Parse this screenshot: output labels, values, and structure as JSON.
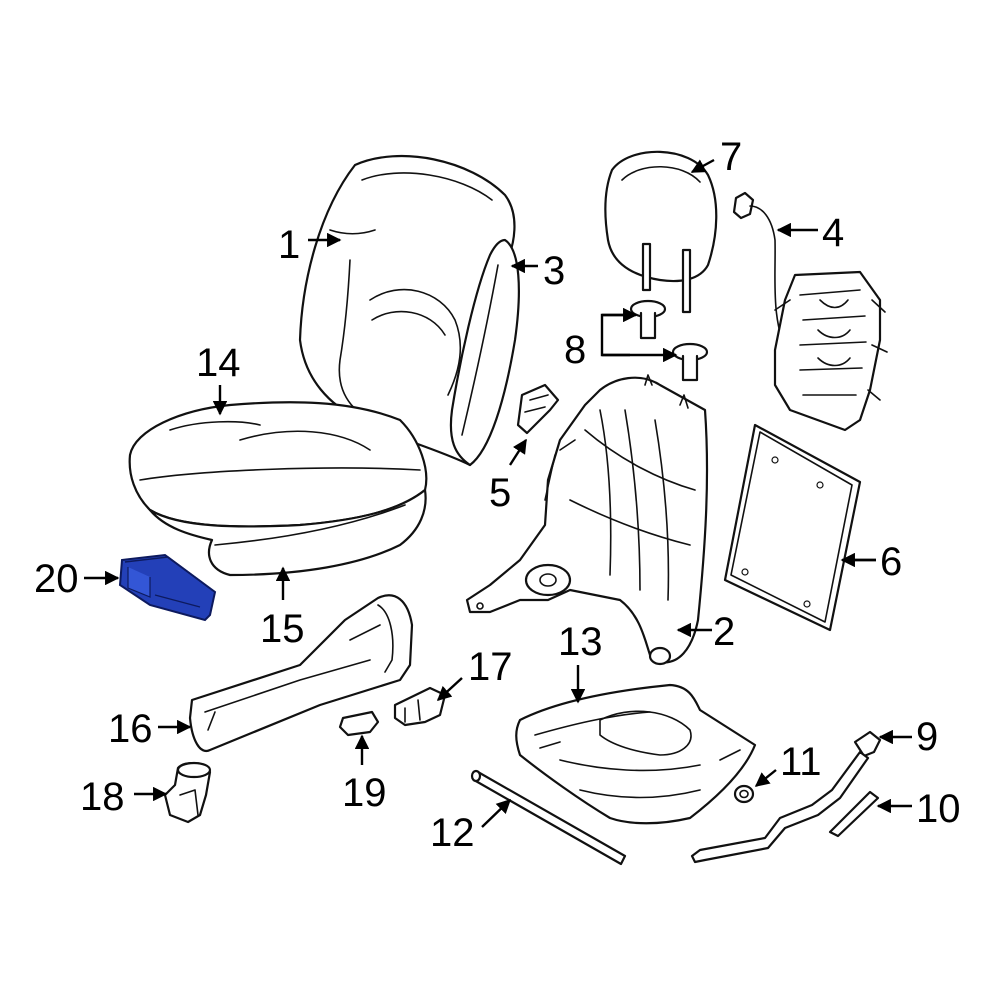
{
  "callouts": [
    {
      "id": "1",
      "text": "1"
    },
    {
      "id": "2",
      "text": "2"
    },
    {
      "id": "3",
      "text": "3"
    },
    {
      "id": "4",
      "text": "4"
    },
    {
      "id": "5",
      "text": "5"
    },
    {
      "id": "6",
      "text": "6"
    },
    {
      "id": "7",
      "text": "7"
    },
    {
      "id": "8",
      "text": "8"
    },
    {
      "id": "9",
      "text": "9"
    },
    {
      "id": "10",
      "text": "10"
    },
    {
      "id": "11",
      "text": "11"
    },
    {
      "id": "12",
      "text": "12"
    },
    {
      "id": "13",
      "text": "13"
    },
    {
      "id": "14",
      "text": "14"
    },
    {
      "id": "15",
      "text": "15"
    },
    {
      "id": "16",
      "text": "16"
    },
    {
      "id": "17",
      "text": "17"
    },
    {
      "id": "18",
      "text": "18"
    },
    {
      "id": "19",
      "text": "19"
    },
    {
      "id": "20",
      "text": "20"
    }
  ],
  "colors": {
    "highlight": "#2340b8",
    "line": "#111111",
    "background": "#ffffff"
  }
}
